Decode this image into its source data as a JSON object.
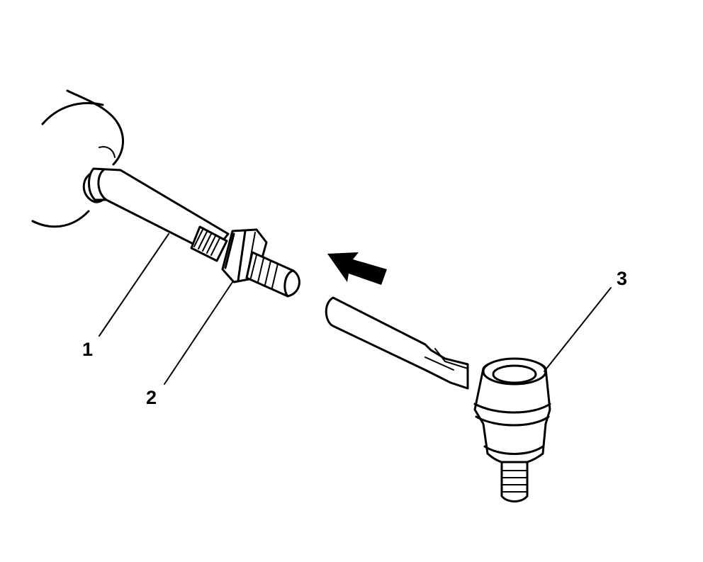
{
  "diagram": {
    "callouts": {
      "c1": "1",
      "c2": "2",
      "c3": "3"
    },
    "ink_color": "#000000",
    "background_color": "#ffffff"
  }
}
